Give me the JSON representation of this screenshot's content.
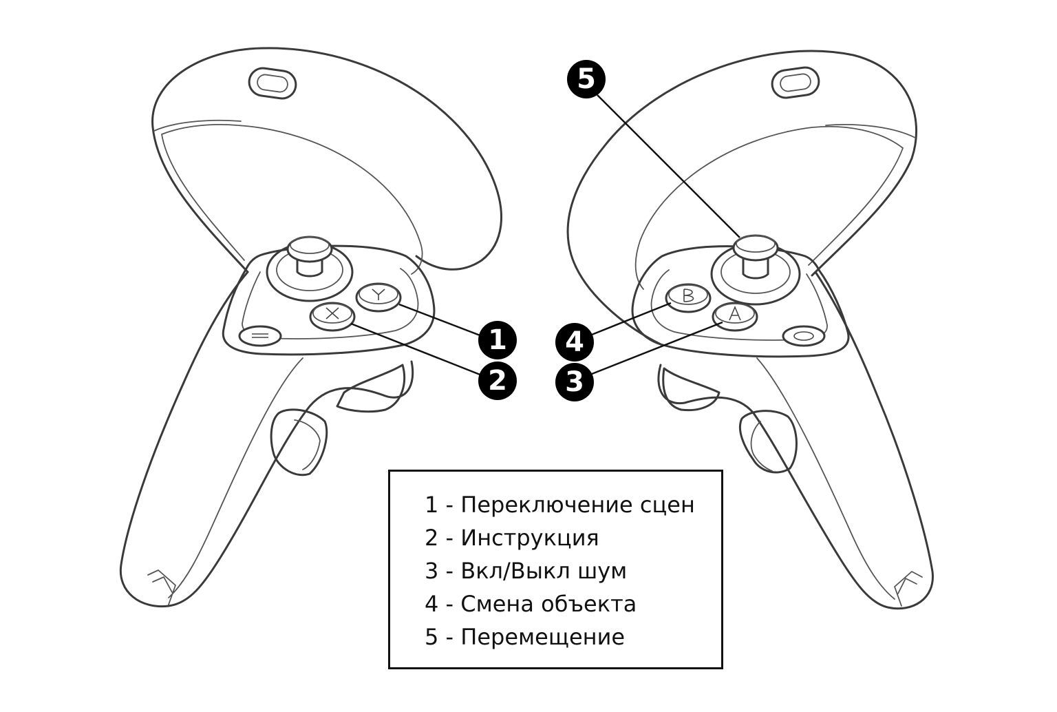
{
  "markers": [
    {
      "id": "1",
      "label": "1"
    },
    {
      "id": "2",
      "label": "2"
    },
    {
      "id": "3",
      "label": "3"
    },
    {
      "id": "4",
      "label": "4"
    },
    {
      "id": "5",
      "label": "5"
    }
  ],
  "controllers": {
    "left": {
      "face_buttons": [
        "Y",
        "X"
      ]
    },
    "right": {
      "face_buttons": [
        "B",
        "A"
      ]
    }
  },
  "legend": {
    "items": [
      "1 - Переключение сцен",
      "2 - Инструкция",
      "3 - Вкл/Выкл шум",
      "4 - Смена объекта",
      "5 - Перемещение"
    ]
  },
  "colors": {
    "line": "#3a3a3a",
    "marker": "#000000",
    "marker_text": "#ffffff"
  }
}
